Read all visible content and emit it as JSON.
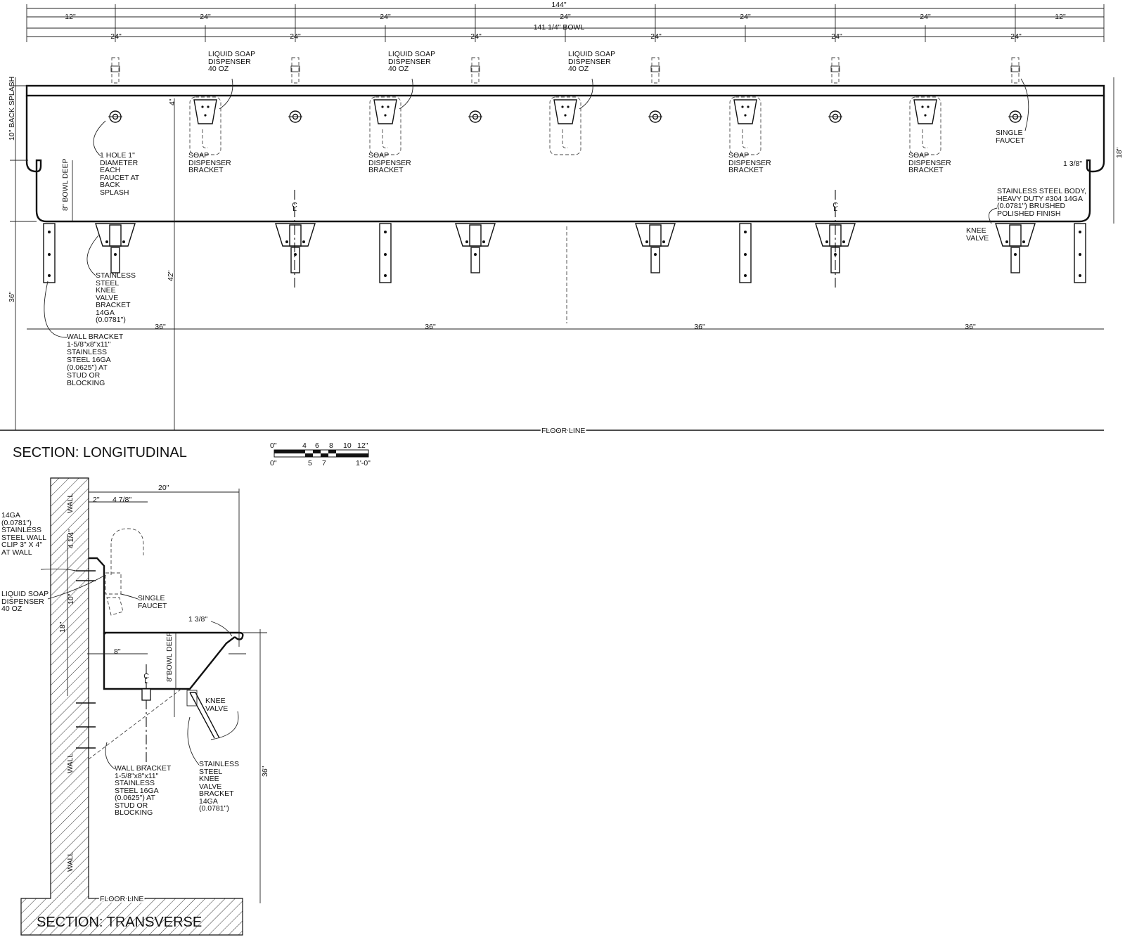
{
  "longitudinal": {
    "title": "SECTION: LONGITUDINAL",
    "dims": {
      "overall": "144\"",
      "end_left": "12\"",
      "end_right": "12\"",
      "spacing": "24\"",
      "bowl": "141 1/4\" BOWL",
      "bracket_spacing": "36\"",
      "height_42": "42\"",
      "height_36": "36\"",
      "backsplash": "10\" BACK SPLASH",
      "depth": "8\" BOWL DEEP",
      "front": "18\"",
      "lip": "1 3/8\"",
      "dim_4": "4\""
    },
    "labels": {
      "soap_dispenser": "LIQUID SOAP DISPENSER 40 OZ",
      "soap_bracket": "SOAP DISPENSER BRACKET",
      "hole": "1 HOLE 1\" DIAMETER EACH FAUCET AT BACK SPLASH",
      "knee_bracket": "STAINLESS STEEL KNEE VALVE BRACKET 14GA (0.0781\")",
      "wall_bracket": "WALL BRACKET 1-5/8\"x8\"x11\" STAINLESS STEEL 16GA (0.0625\") AT STUD OR BLOCKING",
      "single_faucet": "SINGLE FAUCET",
      "body": "STAINLESS STEEL BODY, HEAVY DUTY #304 14GA (0.0781\") BRUSHED POLISHED FINISH",
      "knee_valve": "KNEE VALVE",
      "floor": "FLOOR LINE",
      "centerline": "CL"
    }
  },
  "scale": {
    "top_ticks": [
      "0\"",
      "4",
      "6",
      "8",
      "10",
      "12\""
    ],
    "bottom_ticks": [
      "0\"",
      "5",
      "7",
      "1'-0\""
    ]
  },
  "transverse": {
    "title": "SECTION: TRANSVERSE",
    "dims": {
      "depth_20": "20\"",
      "d2": "2\"",
      "d478": "4 7/8\"",
      "d414": "4 1/4\"",
      "d10": "10\"",
      "d18": "18\"",
      "d8": "8\"",
      "bowl_deep": "8\"BOWL DEEP",
      "lip": "1 3/8\"",
      "h36": "36\""
    },
    "labels": {
      "wall_clip": "14GA (0.0781\") STAINLESS STEEL WALL CLIP 3\" X 4\" AT WALL",
      "soap": "LIQUID SOAP DISPENSER 40 OZ",
      "faucet": "SINGLE FAUCET",
      "knee_valve": "KNEE VALVE",
      "knee_bracket": "STAINLESS STEEL KNEE VALVE BRACKET 14GA (0.0781\")",
      "wall_bracket": "WALL BRACKET 1-5/8\"x8\"x11\" STAINLESS STEEL 16GA (0.0625\") AT STUD OR BLOCKING",
      "wall": "WALL",
      "floor": "FLOOR LINE"
    }
  }
}
